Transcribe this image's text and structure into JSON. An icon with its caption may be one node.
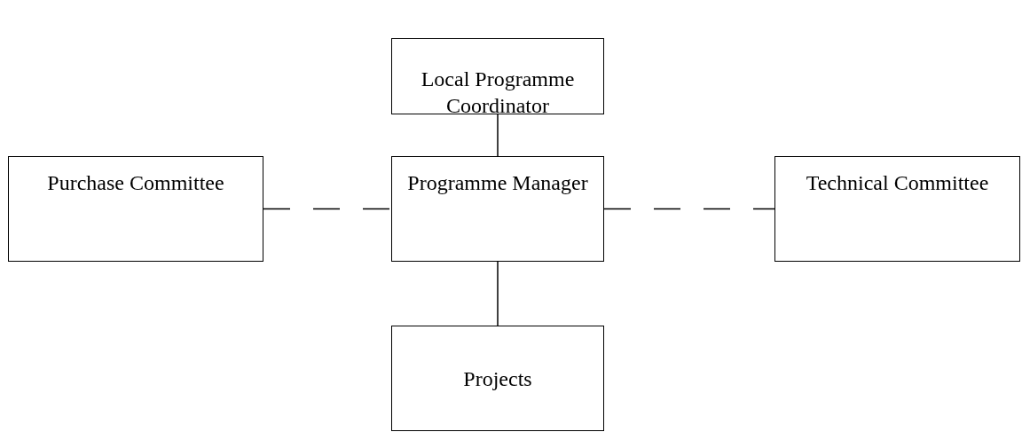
{
  "diagram": {
    "nodes": [
      {
        "text": [
          "Local Programme Coordinator"
        ]
      },
      {
        "text": [
          "Purchase Committee"
        ]
      },
      {
        "text": [
          "Programme Manager"
        ]
      },
      {
        "text": [
          "Technical Committee"
        ]
      },
      {
        "text": [
          "Projects"
        ]
      }
    ],
    "edges": [
      {
        "from": 0,
        "to": 2,
        "arrow": "none"
      },
      {
        "from": 1,
        "to": 2,
        "arrow": "none",
        "style": "dashed"
      },
      {
        "from": 2,
        "to": 3,
        "arrow": "none",
        "style": "dashed"
      },
      {
        "from": 2,
        "to": 4,
        "arrow": "none"
      }
    ]
  }
}
